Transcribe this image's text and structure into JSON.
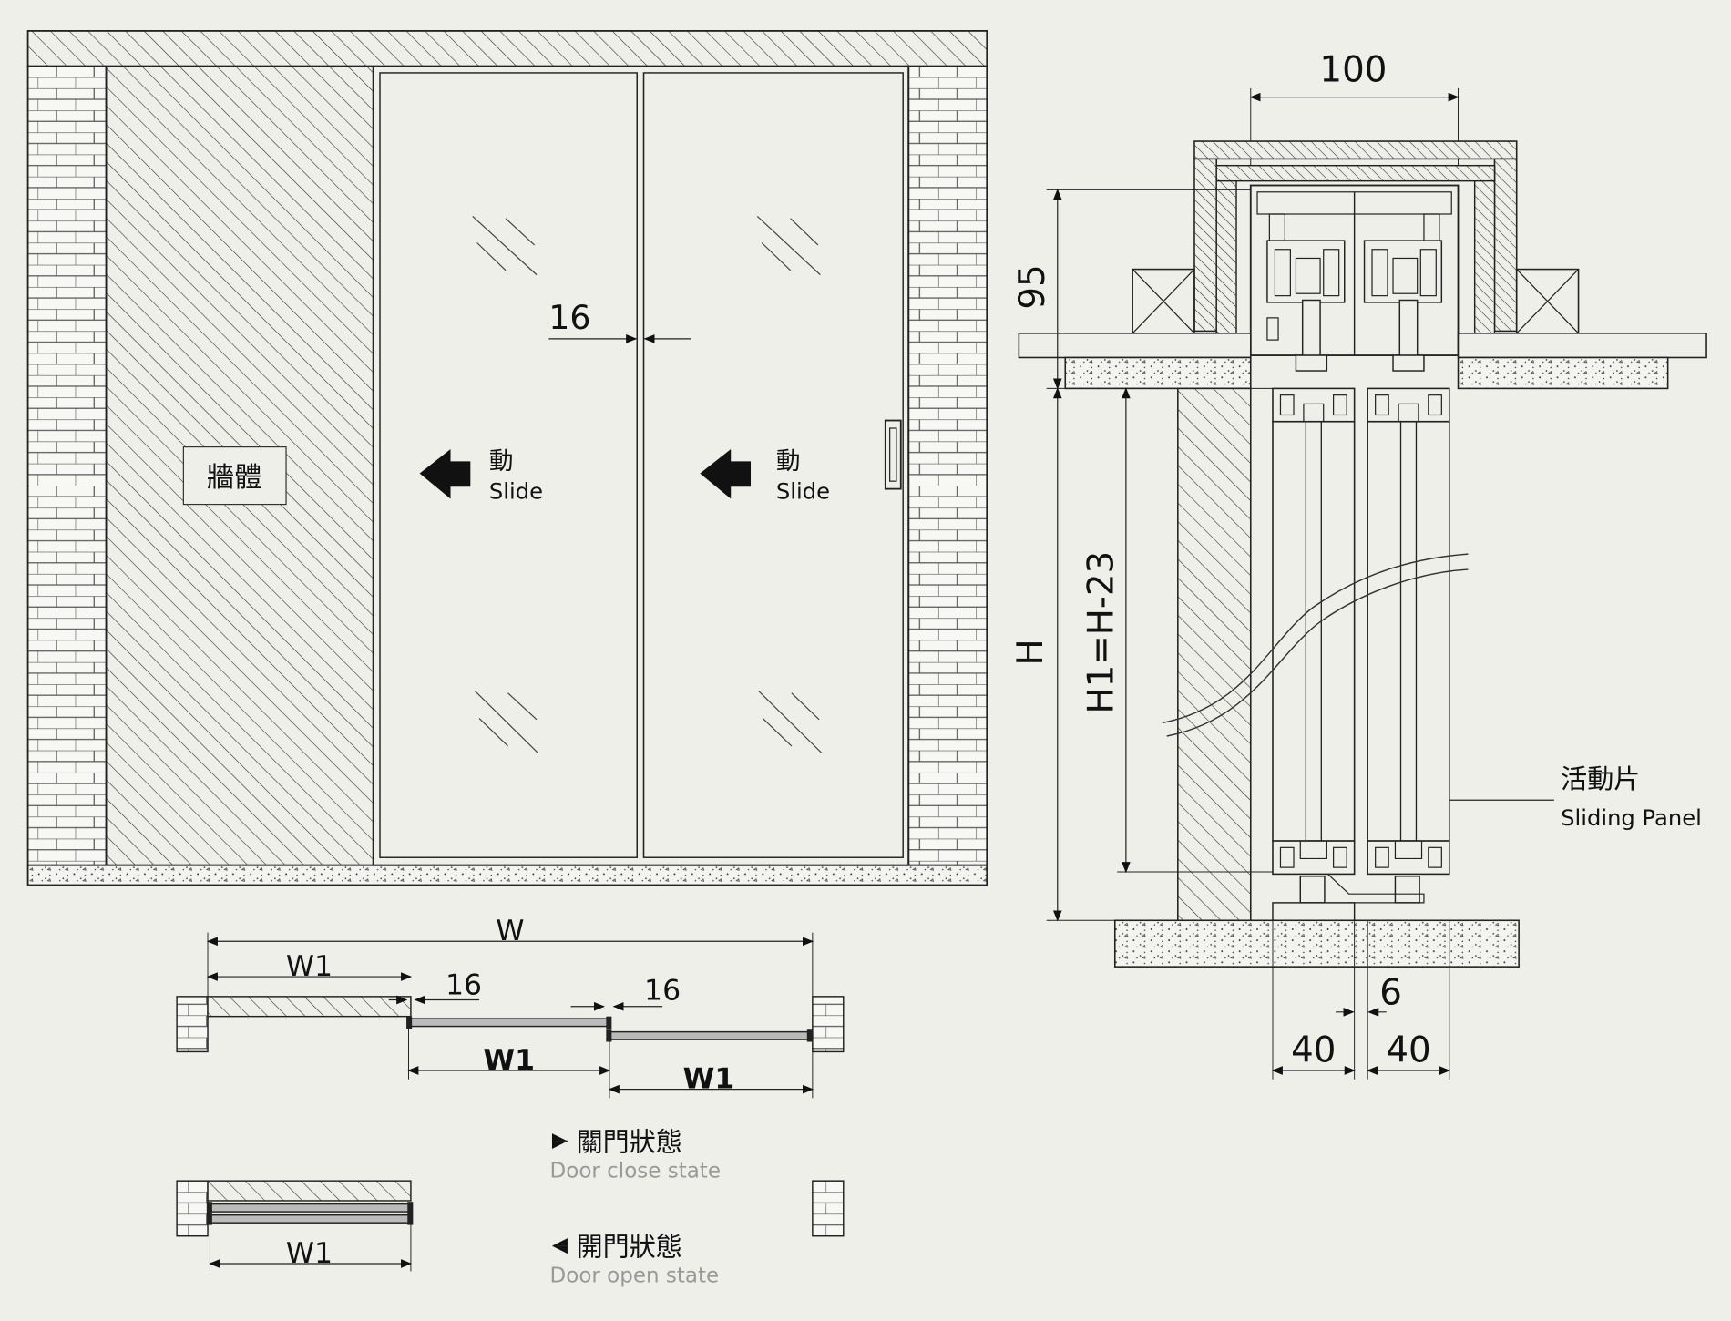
{
  "front": {
    "wall_label": "牆體",
    "slide_cn": "動",
    "slide_en": "Slide",
    "gap_dim": "16"
  },
  "section": {
    "top_width": "100",
    "header_height": "95",
    "height": "H",
    "h1_formula": "H1=H-23",
    "panel_cn": "活動片",
    "panel_en": "Sliding Panel",
    "gap_bottom": "6",
    "panel_width_left": "40",
    "panel_width_right": "40"
  },
  "plan": {
    "total_width": "W",
    "w1": "W1",
    "gap": "16",
    "close_cn": "關門狀態",
    "close_en": "Door close state",
    "open_cn": "開門狀態",
    "open_en": "Door open state"
  }
}
